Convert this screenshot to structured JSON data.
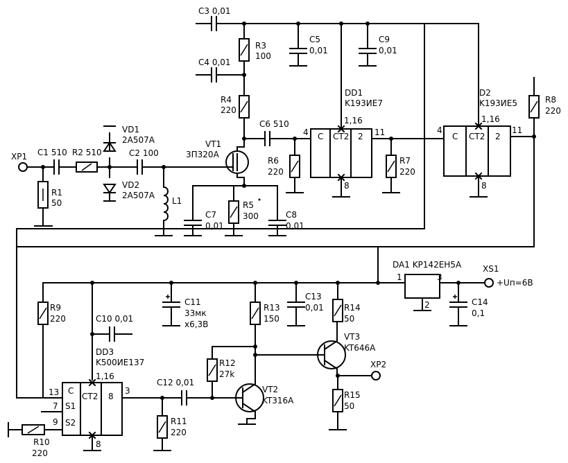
{
  "labels": {
    "XP1": "XP1",
    "C1": "C1 510",
    "R1a": "R1",
    "R1b": "50",
    "R2": "R2 510",
    "VD1a": "VD1",
    "VD1b": "2A507A",
    "VD2a": "VD2",
    "VD2b": "2A507A",
    "C2": "C2 100",
    "L1": "L1",
    "C3": "C3 0,01",
    "C4": "C4 0,01",
    "R3a": "R3",
    "R3b": "100",
    "R4a": "R4",
    "R4b": "220",
    "VT1a": "VT1",
    "VT1b": "3П320А",
    "C7a": "C7",
    "C7b": "0,01",
    "R5a": "R5",
    "R5b": "300",
    "C8a": "C8",
    "C8b": "0,01",
    "C5a": "C5",
    "C5b": "0,01",
    "C9a": "C9",
    "C9b": "0,01",
    "C6": "C6 510",
    "R6a": "R6",
    "R6b": "220",
    "DD1a": "DD1",
    "DD1b": "K193ИЕ7",
    "R7a": "R7",
    "R7b": "220",
    "D2a": "D2",
    "D2b": "K193ИЕ5",
    "R8a": "R8",
    "R8b": "220",
    "DA1": "DA1 KP142EH5A",
    "XS1": "XS1",
    "UP": "+Uп=6В",
    "C14a": "C14",
    "C14b": "0,1",
    "R9a": "R9",
    "R9b": "220",
    "C10": "C10 0,01",
    "DD3a": "DD3",
    "DD3b": "K500ИЕ137",
    "C11a": "C11",
    "C11b": "33мк",
    "C11c": "х6,3В",
    "R13a": "R13",
    "R13b": "150",
    "C13a": "C13",
    "C13b": "0,01",
    "R14a": "R14",
    "R14b": "50",
    "VT3a": "VT3",
    "VT3b": "KT646A",
    "XP2": "XP2",
    "R12a": "R12",
    "R12b": "27k",
    "C12": "C12 0,01",
    "VT2a": "VT2",
    "VT2b": "KT316A",
    "R11a": "R11",
    "R11b": "220",
    "R15a": "R15",
    "R15b": "50",
    "R10a": "R10",
    "R10b": "220"
  },
  "chips": {
    "dd1": {
      "c": "C",
      "ct": "CT2",
      "q": "2",
      "pin_in": "4",
      "pin_out": "11",
      "pin_pwr": "1,16",
      "pin_gnd": "8"
    },
    "d2": {
      "c": "C",
      "ct": "CT2",
      "q": "2",
      "pin_in": "4",
      "pin_out": "11",
      "pin_pwr": "1,16",
      "pin_gnd": "8"
    },
    "dd3": {
      "c": "C",
      "s1": "S1",
      "s2": "S2",
      "ct": "CT2",
      "q": "8",
      "pin_c": "13",
      "pin_s1": "7",
      "pin_s2": "9",
      "pin_out": "3",
      "pin_pwr": "1,16",
      "pin_gnd": "8"
    },
    "da1": {
      "p1": "1",
      "p2": "2",
      "p3": "3"
    }
  }
}
